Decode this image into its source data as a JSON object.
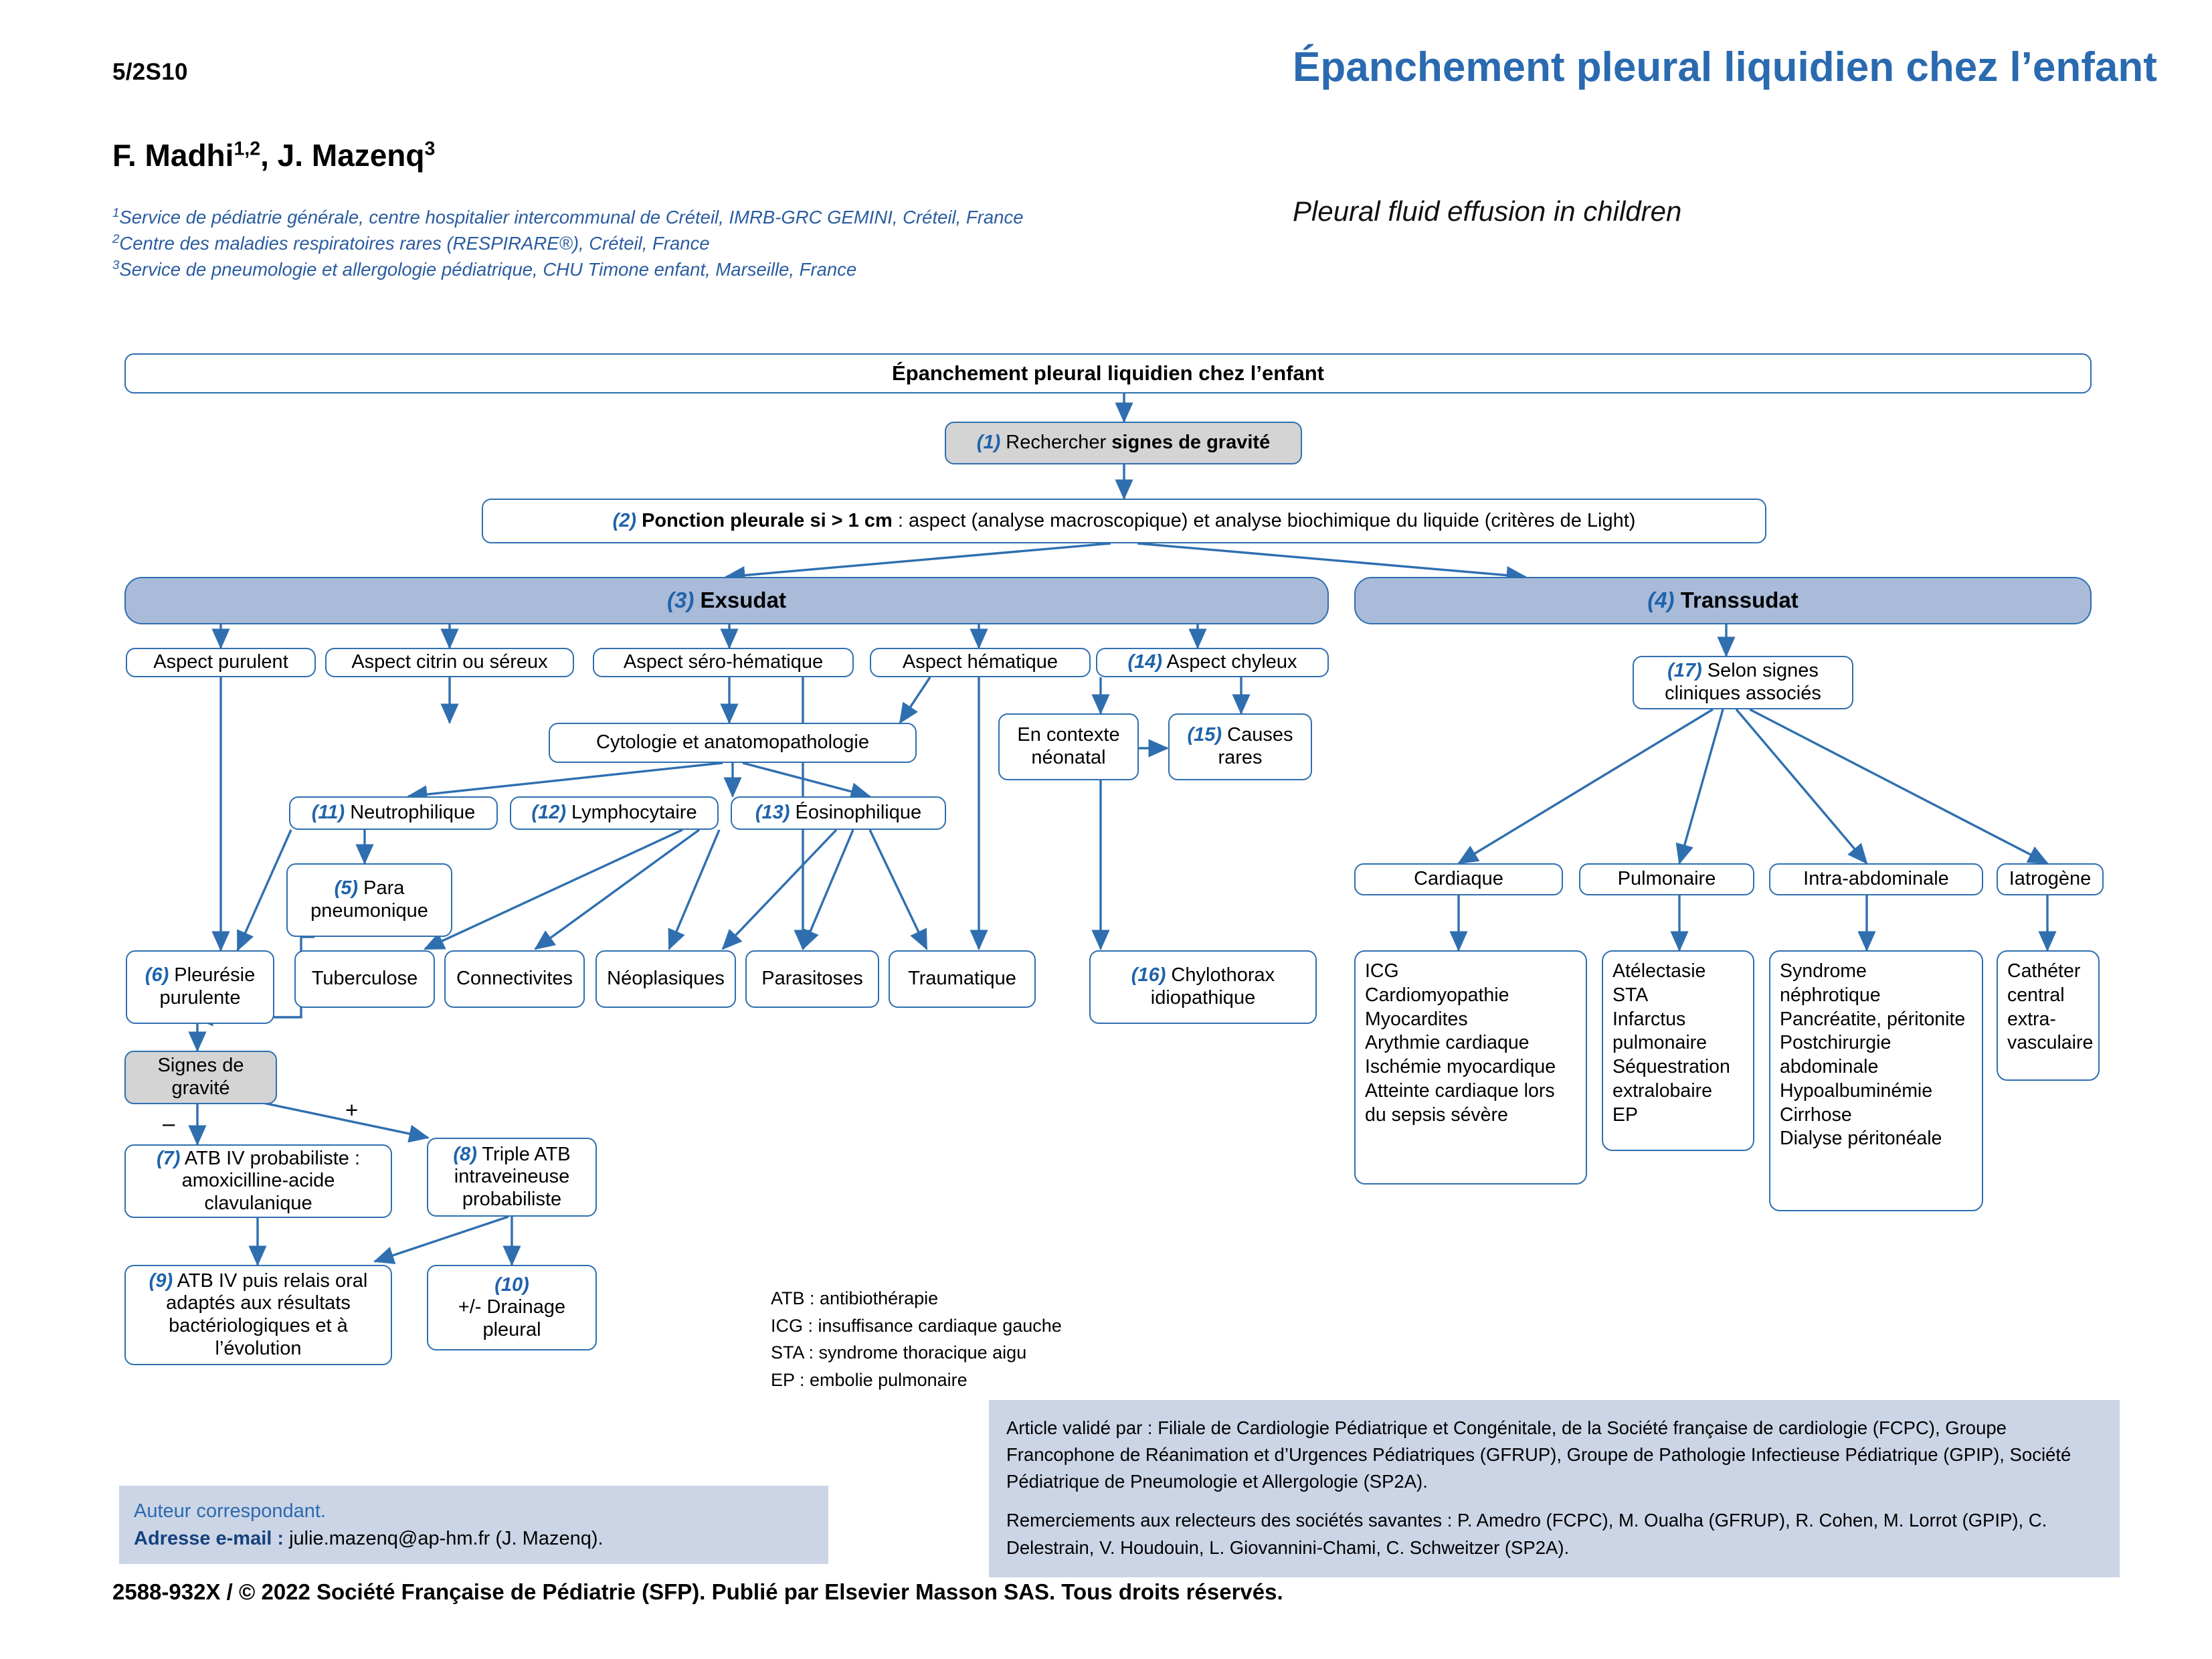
{
  "header": {
    "folio": "5/2S10",
    "authors_text": "F. Madhi",
    "authors_sup1": "1,2",
    "authors_text2": ", J. Mazenq",
    "authors_sup2": "3",
    "affiliation_1_sup": "1",
    "affiliation_1": "Service de pédiatrie générale, centre hospitalier intercommunal de Créteil, IMRB-GRC GEMINI, Créteil, France",
    "affiliation_2_sup": "2",
    "affiliation_2": "Centre des maladies respiratoires rares (RESPIRARE®), Créteil, France",
    "affiliation_3_sup": "3",
    "affiliation_3": "Service de pneumologie et allergologie pédiatrique, CHU Timone enfant, Marseille, France",
    "title_fr": "Épanchement pleural liquidien chez l’enfant",
    "title_en": "Pleural fluid effusion in children"
  },
  "flowchart": {
    "root": "Épanchement pleural liquidien chez l’enfant",
    "step1_num": "(1)",
    "step1_pre": " Rechercher ",
    "step1_bold": "signes de gravité",
    "step2_num": "(2)",
    "step2_bold": " Ponction pleurale si > 1 cm",
    "step2_rest": " : aspect (analyse macroscopique) et analyse biochimique du liquide (critères de Light)",
    "exsudat_num": "(3)",
    "exsudat_label": " Exsudat",
    "transsudat_num": "(4)",
    "transsudat_label": " Transsudat",
    "aspect_purulent": "Aspect purulent",
    "aspect_citrin": "Aspect citrin ou séreux",
    "aspect_sero": "Aspect séro-hématique",
    "aspect_hematique": "Aspect hématique",
    "aspect_chyleux_num": "(14)",
    "aspect_chyleux": " Aspect chyleux",
    "cytologie": "Cytologie et anatomopathologie",
    "neonatal": "En contexte néonatal",
    "causes_rares_num": "(15)",
    "causes_rares": " Causes rares",
    "neutro_num": "(11)",
    "neutro": " Neutrophilique",
    "lympho_num": "(12)",
    "lympho": " Lymphocytaire",
    "eosino_num": "(13)",
    "eosino": " Éosinophilique",
    "para_num": "(5)",
    "para": " Para pneumonique",
    "pleuresie_num": "(6)",
    "pleuresie": " Pleurésie purulente",
    "tuberculose": "Tuberculose",
    "connectivites": "Connectivites",
    "neoplasiques": "Néoplasiques",
    "parasitoses": "Parasitoses",
    "traumatique": "Traumatique",
    "chylothorax_num": "(16)",
    "chylothorax": " Chylothorax idiopathique",
    "signes_gravite": "Signes de gravité",
    "sign_plus": "+",
    "sign_minus": "–",
    "atb7_num": "(7)",
    "atb7": " ATB IV probabiliste : amoxicilline-acide clavulanique",
    "atb8_num": "(8)",
    "atb8": " Triple ATB intraveineuse probabiliste",
    "atb9_num": "(9)",
    "atb9": " ATB IV puis relais oral adaptés aux résultats bactériologiques et à l’évolution",
    "atb10_num": "(10)",
    "atb10": "+/- Drainage pleural",
    "selon_num": "(17)",
    "selon": " Selon signes cliniques associés",
    "cardiaque": "Cardiaque",
    "pulmonaire": "Pulmonaire",
    "intra_abdominale": "Intra-abdominale",
    "iatrogene": "Iatrogène",
    "cardiaque_list": "ICG\nCardiomyopathie\nMyocardites\nArythmie cardiaque\nIschémie myocardique\nAtteinte cardiaque lors du sepsis sévère",
    "pulmonaire_list": "Atélectasie\nSTA\nInfarctus pulmonaire\nSéquestration extralobaire\nEP",
    "intra_abdominale_list": "Syndrome néphrotique\nPancréatite, péritonite\nPostchirurgie abdominale\nHypoalbuminémie\nCirrhose\nDialyse péritonéale",
    "iatrogene_list": "Cathéter central extra-vasculaire"
  },
  "abbreviations": "ATB : antibiothérapie\nICG : insuffisance cardiaque gauche\nSTA : syndrome thoracique aigu\nEP : embolie pulmonaire",
  "validation": {
    "line1": "Article validé par : Filiale de Cardiologie Pédiatrique et Congénitale, de la Société française de cardiologie (FCPC), Groupe Francophone de Réanimation et d’Urgences Pédiatriques (GFRUP), Groupe de Pathologie Infectieuse Pédiatrique (GPIP), Société Pédiatrique de Pneumologie et Allergologie (SP2A).",
    "line2": "Remerciements aux relecteurs des sociétés savantes : P. Amedro (FCPC), M. Oualha (GFRUP), R. Cohen, M. Lorrot (GPIP), C. Delestrain, V. Houdouin, L. Giovannini-Chami, C. Schweitzer (SP2A)."
  },
  "correspondence": {
    "line1": "Auteur correspondant.",
    "label": "Adresse e-mail :",
    "email": " julie.mazenq@ap-hm.fr (J. Mazenq)."
  },
  "footer": "2588-932X / © 2022 Société Française de Pédiatrie (SFP). Publié par Elsevier Masson SAS. Tous droits réservés.",
  "colors": {
    "accent_blue": "#2a6ab0",
    "border_blue": "#2f6fb0",
    "bar_fill": "#a9bbd9",
    "grey_fill": "#d4d4d4",
    "panel_fill": "#ccd5e6"
  }
}
